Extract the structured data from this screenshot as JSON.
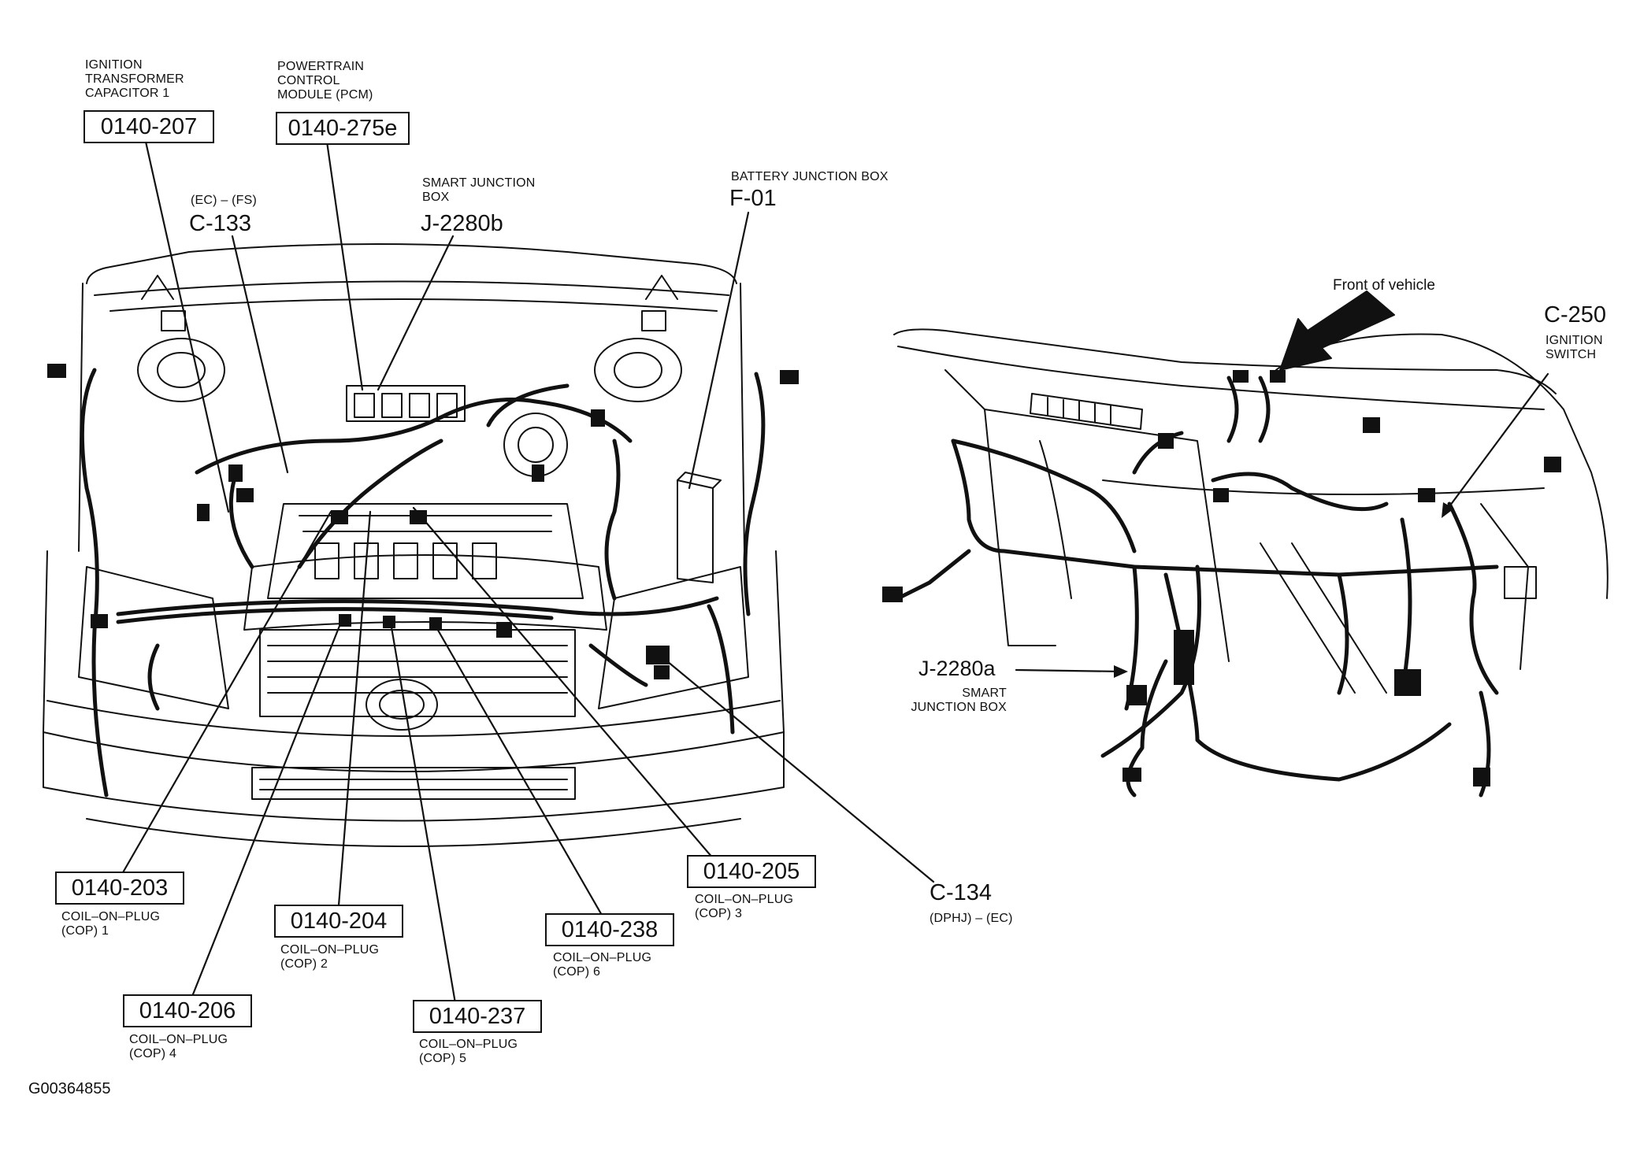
{
  "callouts": {
    "c207": {
      "code": "0140-207",
      "desc": "IGNITION\nTRANSFORMER\nCAPACITOR 1"
    },
    "c275": {
      "code": "0140-275e",
      "desc": "POWERTRAIN\nCONTROL\nMODULE (PCM)"
    },
    "c133": {
      "code": "C-133",
      "desc": "(EC) – (FS)"
    },
    "j2280b": {
      "code": "J-2280b",
      "desc": "SMART JUNCTION\nBOX"
    },
    "f01": {
      "code": "F-01",
      "desc": "BATTERY JUNCTION BOX"
    },
    "front": {
      "desc": "Front of vehicle"
    },
    "c250": {
      "code": "C-250",
      "desc": "IGNITION\nSWITCH"
    },
    "j2280a": {
      "code": "J-2280a",
      "desc": "SMART\nJUNCTION BOX"
    },
    "c203": {
      "code": "0140-203",
      "desc": "COIL–ON–PLUG\n(COP) 1"
    },
    "c204": {
      "code": "0140-204",
      "desc": "COIL–ON–PLUG\n(COP) 2"
    },
    "c205": {
      "code": "0140-205",
      "desc": "COIL–ON–PLUG\n(COP) 3"
    },
    "c206": {
      "code": "0140-206",
      "desc": "COIL–ON–PLUG\n(COP) 4"
    },
    "c237": {
      "code": "0140-237",
      "desc": "COIL–ON–PLUG\n(COP) 5"
    },
    "c238": {
      "code": "0140-238",
      "desc": "COIL–ON–PLUG\n(COP) 6"
    },
    "c134": {
      "code": "C-134",
      "desc": "(DPHJ) – (EC)"
    }
  },
  "figure_id": "G00364855"
}
